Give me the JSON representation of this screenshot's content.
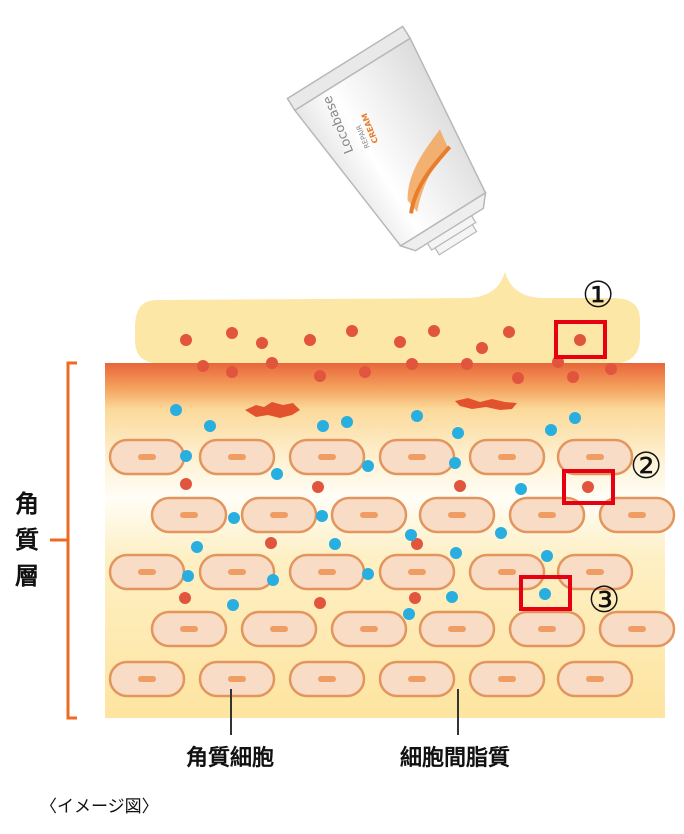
{
  "product": {
    "brand": "Locobase",
    "line": "REPAIR",
    "variant": "CREAM"
  },
  "markers": [
    {
      "label": "①"
    },
    {
      "label": "②"
    },
    {
      "label": "③"
    }
  ],
  "labels": {
    "stratum_corneum": "角質層",
    "corneocyte": "角質細胞",
    "intercellular_lipid": "細胞間脂質",
    "caption": "〈イメージ図〉"
  },
  "colors": {
    "cream": "#fde7a7",
    "cell_fill": "#f9dcc6",
    "cell_stroke": "#e2955c",
    "red_dot": "#e1553f",
    "blue_dot": "#29aee0",
    "orange_bracket": "#ee6a22",
    "highlight_box": "#e60012"
  }
}
